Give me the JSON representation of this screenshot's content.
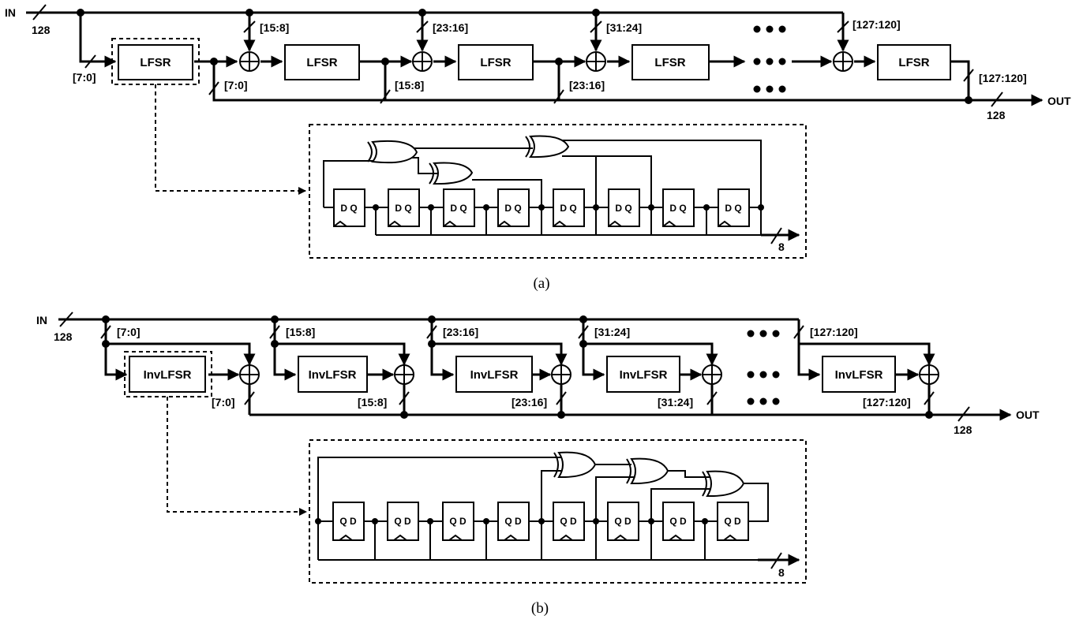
{
  "figure_a": {
    "caption": "(a)",
    "input_label": "IN",
    "input_width": "128",
    "output_label": "OUT",
    "output_width": "128",
    "block_label": "LFSR",
    "in_slices": [
      "[7:0]",
      "[15:8]",
      "[23:16]",
      "[31:24]",
      "[127:120]"
    ],
    "out_slices": [
      "[7:0]",
      "[15:8]",
      "[23:16]",
      "[127:120]"
    ],
    "detail": {
      "ff_label": "D Q",
      "bus_width": "8"
    }
  },
  "figure_b": {
    "caption": "(b)",
    "input_label": "IN",
    "input_width": "128",
    "output_label": "OUT",
    "output_width": "128",
    "block_label": "InvLFSR",
    "in_slices": [
      "[7:0]",
      "[15:8]",
      "[23:16]",
      "[31:24]",
      "[127:120]"
    ],
    "out_slices": [
      "[7:0]",
      "[15:8]",
      "[23:16]",
      "[31:24]",
      "[127:120]"
    ],
    "detail": {
      "ff_label": "Q D",
      "bus_width": "8"
    }
  }
}
